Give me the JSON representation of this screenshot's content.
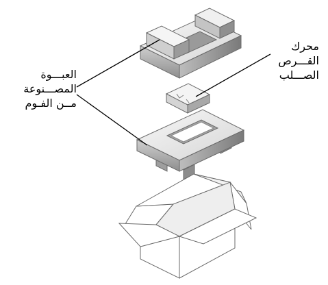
{
  "labels": {
    "foam_packaging": [
      "العبـــوة",
      "المصـــنوعة",
      "مــن الفـوم"
    ],
    "hard_drive": [
      "محرك",
      "القـــرص",
      "الصـــلب"
    ]
  },
  "colors": {
    "ink": "#000000",
    "paper": "#ffffff",
    "foam_light": "#f2f2f2",
    "foam_mid": "#d9d9d9",
    "foam_shadow": "#a9a9a9",
    "box_face": "#ffffff"
  }
}
